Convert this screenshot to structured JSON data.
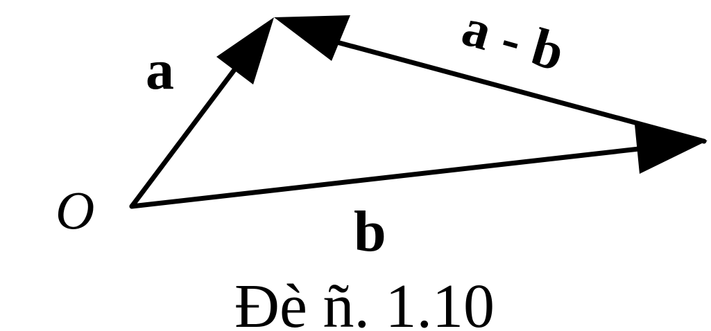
{
  "diagram": {
    "origin_label": "O",
    "vector_a_label": "a",
    "vector_b_label": "b",
    "difference_label": "a - b",
    "caption": "Đè ñ. 1.10",
    "stroke_color": "#000000",
    "background_color": "#ffffff"
  }
}
